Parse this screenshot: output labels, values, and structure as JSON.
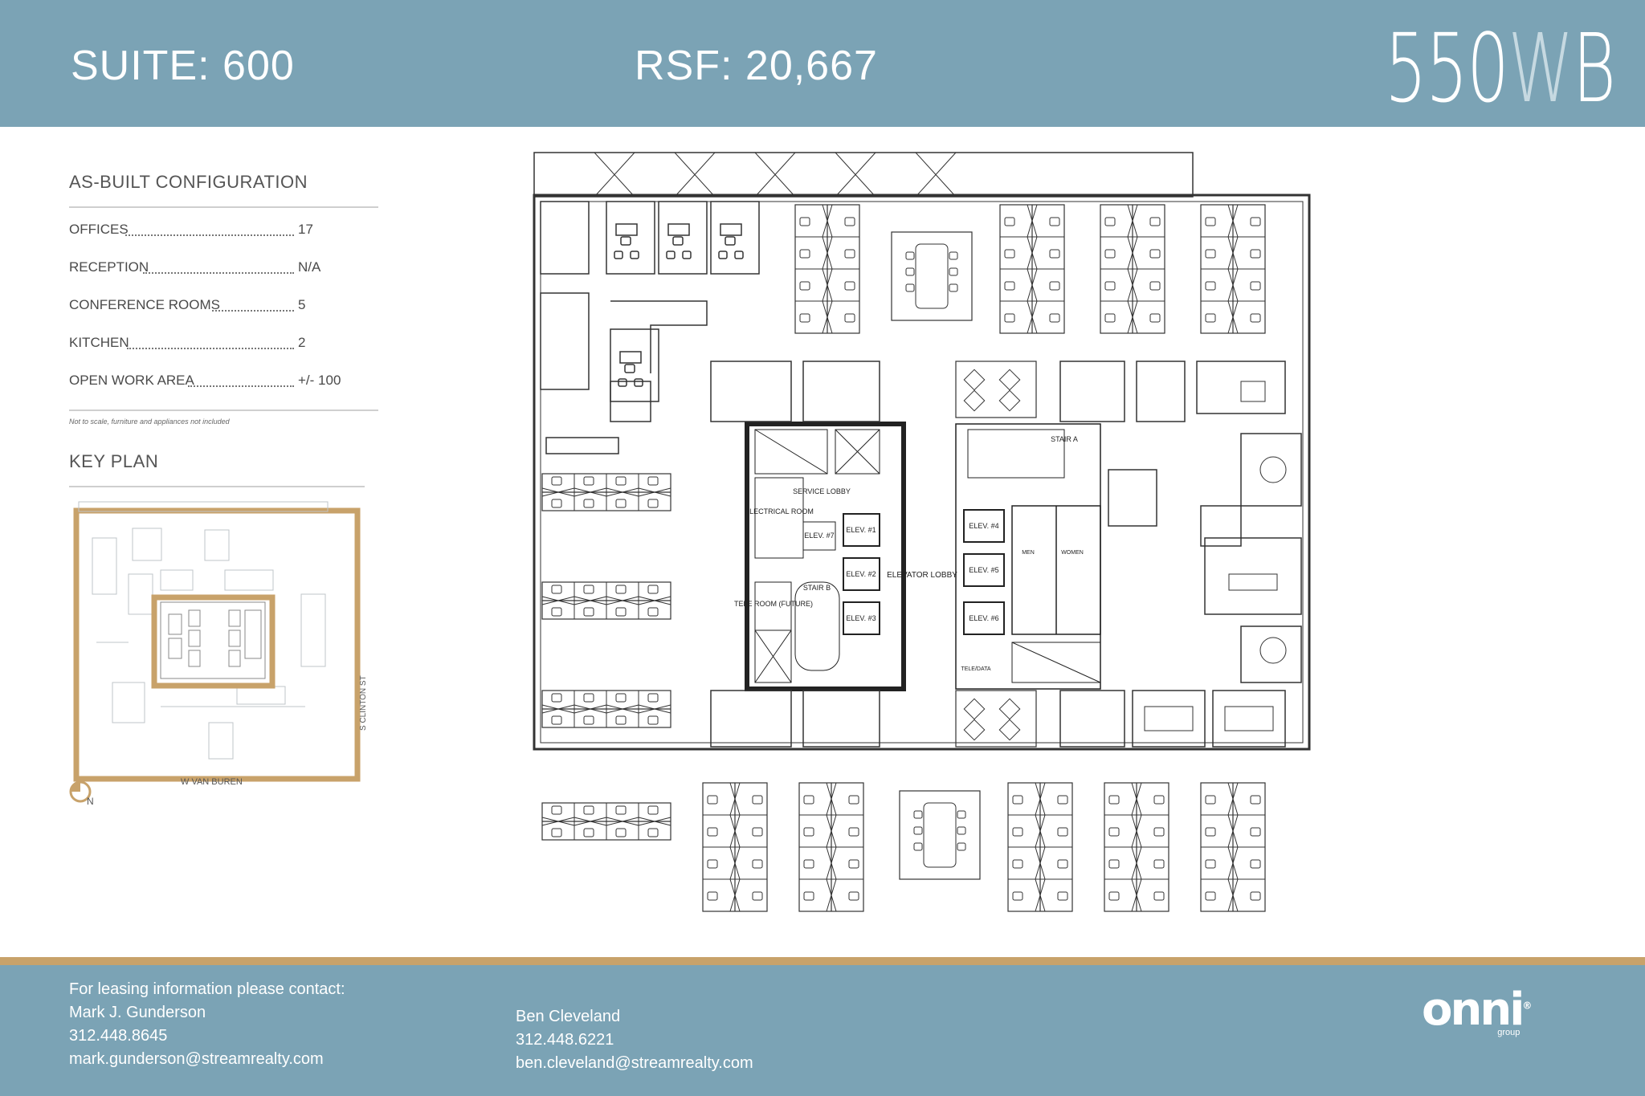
{
  "header": {
    "suite": "SUITE: 600",
    "rsf": "RSF: 20,667",
    "logo_prefix": "550",
    "logo_w": "W",
    "logo_b": "B"
  },
  "config": {
    "title": "AS-BUILT CONFIGURATION",
    "rows": [
      {
        "label": "OFFICES",
        "value": "17"
      },
      {
        "label": "RECEPTION",
        "value": "N/A"
      },
      {
        "label": "CONFERENCE ROOMS",
        "value": "5"
      },
      {
        "label": "KITCHEN",
        "value": "2"
      },
      {
        "label": "OPEN WORK AREA",
        "value": "+/- 100"
      }
    ],
    "note": "Not to scale, furniture and appliances not included"
  },
  "keyplan": {
    "title": "KEY PLAN",
    "street_east": "S CLINTON ST",
    "street_south": "W VAN BUREN",
    "north": "N"
  },
  "floorplan": {
    "labels": {
      "service_lobby": "SERVICE LOBBY",
      "electrical_room": "ELECTRICAL ROOM",
      "elev7": "ELEV. #7",
      "elev1": "ELEV. #1",
      "elev2": "ELEV. #2",
      "elev3": "ELEV. #3",
      "elev4": "ELEV. #4",
      "elev5": "ELEV. #5",
      "elev6": "ELEV. #6",
      "elevator_lobby": "ELEVATOR LOBBY",
      "tele_room": "TELE ROOM (FUTURE)",
      "stair_b": "STAIR B",
      "stair_a": "STAIR A",
      "men": "MEN",
      "women": "WOMEN",
      "tele_data": "TELE/DATA"
    }
  },
  "footer": {
    "intro": "For leasing information please contact:",
    "contact1": {
      "name": "Mark J. Gunderson",
      "phone": "312.448.8645",
      "email": "mark.gunderson@streamrealty.com"
    },
    "contact2": {
      "name": "Ben Cleveland",
      "phone": "312.448.6221",
      "email": "ben.cleveland@streamrealty.com"
    },
    "brand": "onni",
    "brand_sub": "group",
    "brand_mark": "®"
  }
}
